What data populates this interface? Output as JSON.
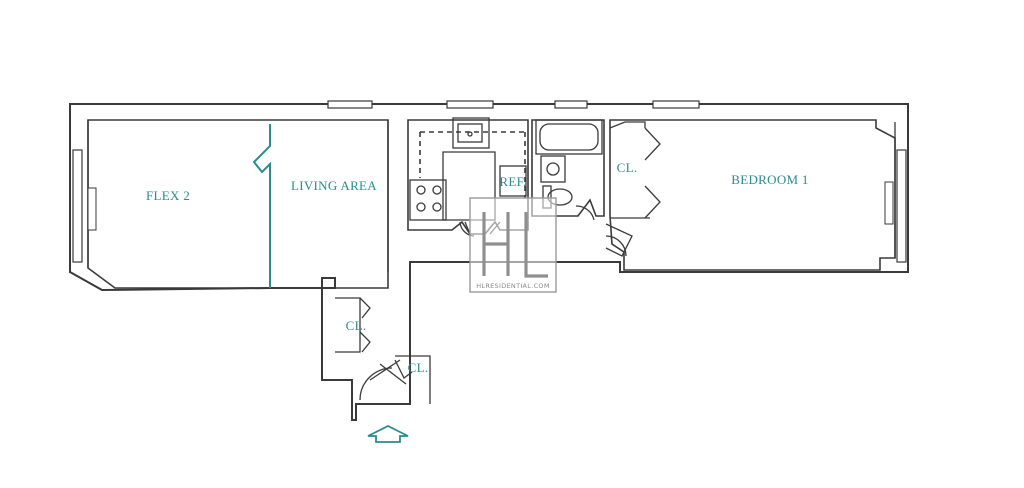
{
  "rooms": {
    "flex": "FLEX 2",
    "living": "LIVING AREA",
    "ref": "REF.",
    "closet_kitchen": "CL.",
    "bedroom": "BEDROOM 1",
    "closet_hall": "CL.",
    "closet_entry": "CL."
  },
  "watermark": {
    "url": "HLRESIDENTIAL.COM"
  },
  "colors": {
    "label": "#2a8c8c",
    "wall": "#3a3a3a",
    "watermark": "#8a8a8a"
  },
  "icons": {
    "entry": "entry-arrow-icon",
    "logo": "hl-logo"
  }
}
